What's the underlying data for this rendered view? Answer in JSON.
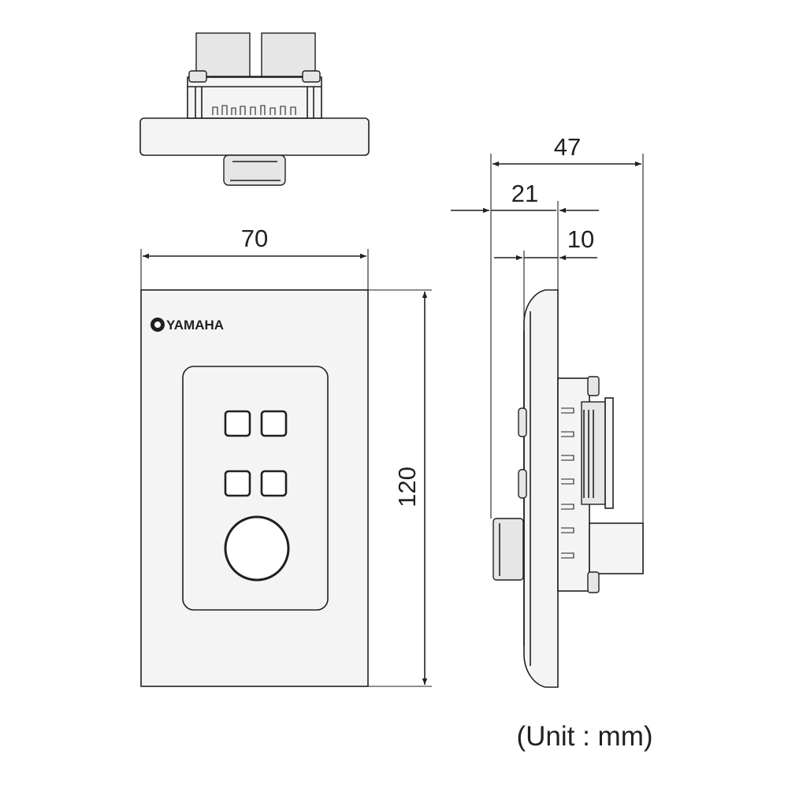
{
  "brand": {
    "logo_text": "YAMAHA"
  },
  "dimensions": {
    "front_width": "70",
    "front_height": "120",
    "side_total_depth": "47",
    "side_depth_21": "21",
    "side_depth_10": "10"
  },
  "unit_label": "(Unit : mm)"
}
